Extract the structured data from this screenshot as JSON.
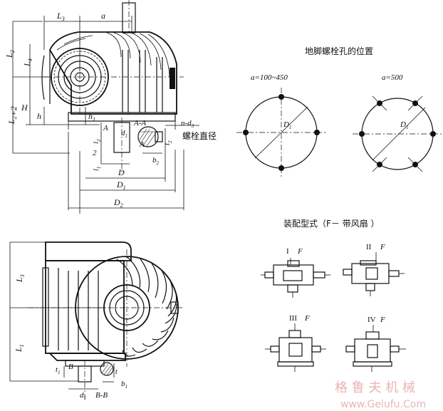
{
  "top_view": {
    "dims": {
      "L3": "L",
      "L3_sub": "3",
      "a": "a",
      "L2": "L",
      "L2_sub": "2",
      "L4": "L",
      "L4_sub": "4",
      "L2p2": "L",
      "L2p2_sub": "2",
      "L2p2_suffix": "+2",
      "H": "H",
      "h": "h",
      "h1": "h",
      "h1_sub": "1",
      "AA": "A-A",
      "A_left": "A",
      "A_right": "A",
      "d1": "d",
      "d1_sub": "1",
      "l2": "l",
      "l2_sub": "2",
      "two": "2",
      "t2": "t",
      "t2_sub": "2",
      "b2": "b",
      "b2_sub": "2",
      "l1": "l",
      "l1_sub": "1",
      "D": "D",
      "D1": "D",
      "D1_sub": "1",
      "D2": "D",
      "D2_sub": "2",
      "nd3": "n-d",
      "nd3_sub": "3",
      "bolt_dia_label": "螺栓直径"
    }
  },
  "bolt_holes": {
    "title": "地脚螺栓孔的位置",
    "left_label": "a=100~450",
    "right_label": "a=500",
    "D1": "D",
    "D1_sub": "1"
  },
  "assembly": {
    "title": "装配型式（F－ 带风扇 ）",
    "types": [
      {
        "roman": "I",
        "f": "F"
      },
      {
        "roman": "II",
        "f": "F"
      },
      {
        "roman": "III",
        "f": "F"
      },
      {
        "roman": "IV",
        "f": "F"
      }
    ]
  },
  "bottom_view": {
    "dims": {
      "L3": "L",
      "L3_sub": "3",
      "L1": "L",
      "L1_sub": "1",
      "B": "B",
      "t1": "t",
      "t1_sub": "1",
      "b1": "b",
      "b1_sub": "1",
      "d1": "d",
      "d1_sub": "1",
      "BB": "B-B"
    }
  },
  "watermark": {
    "cn": "格 鲁 夫 机 械",
    "url": "www.Gelufu.Com"
  }
}
